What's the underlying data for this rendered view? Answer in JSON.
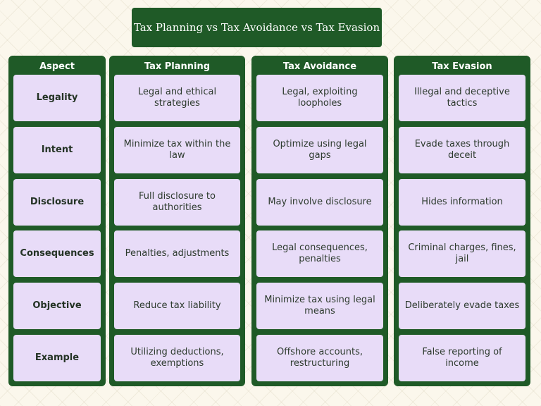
{
  "title": "Tax Planning vs Tax Avoidance vs Tax Evasion",
  "columns": [
    {
      "header": "Aspect",
      "cells": [
        "Legality",
        "Intent",
        "Disclosure",
        "Consequences",
        "Objective",
        "Example"
      ]
    },
    {
      "header": "Tax Planning",
      "cells": [
        "Legal and ethical strategies",
        "Minimize tax within the law",
        "Full disclosure to authorities",
        "Penalties, adjustments",
        "Reduce tax liability",
        "Utilizing deductions, exemptions"
      ]
    },
    {
      "header": "Tax Avoidance",
      "cells": [
        "Legal, exploiting loopholes",
        "Optimize using legal gaps",
        "May involve disclosure",
        "Legal consequences, penalties",
        "Minimize tax using legal means",
        "Offshore accounts, restructuring"
      ]
    },
    {
      "header": "Tax Evasion",
      "cells": [
        "Illegal and deceptive tactics",
        "Evade taxes through deceit",
        "Hides information",
        "Criminal charges, fines, jail",
        "Deliberately evade taxes",
        "False reporting of income"
      ]
    }
  ],
  "colors": {
    "panel": "#1f5a27",
    "cell": "#e8dcf8",
    "background": "#fbf7ec"
  }
}
